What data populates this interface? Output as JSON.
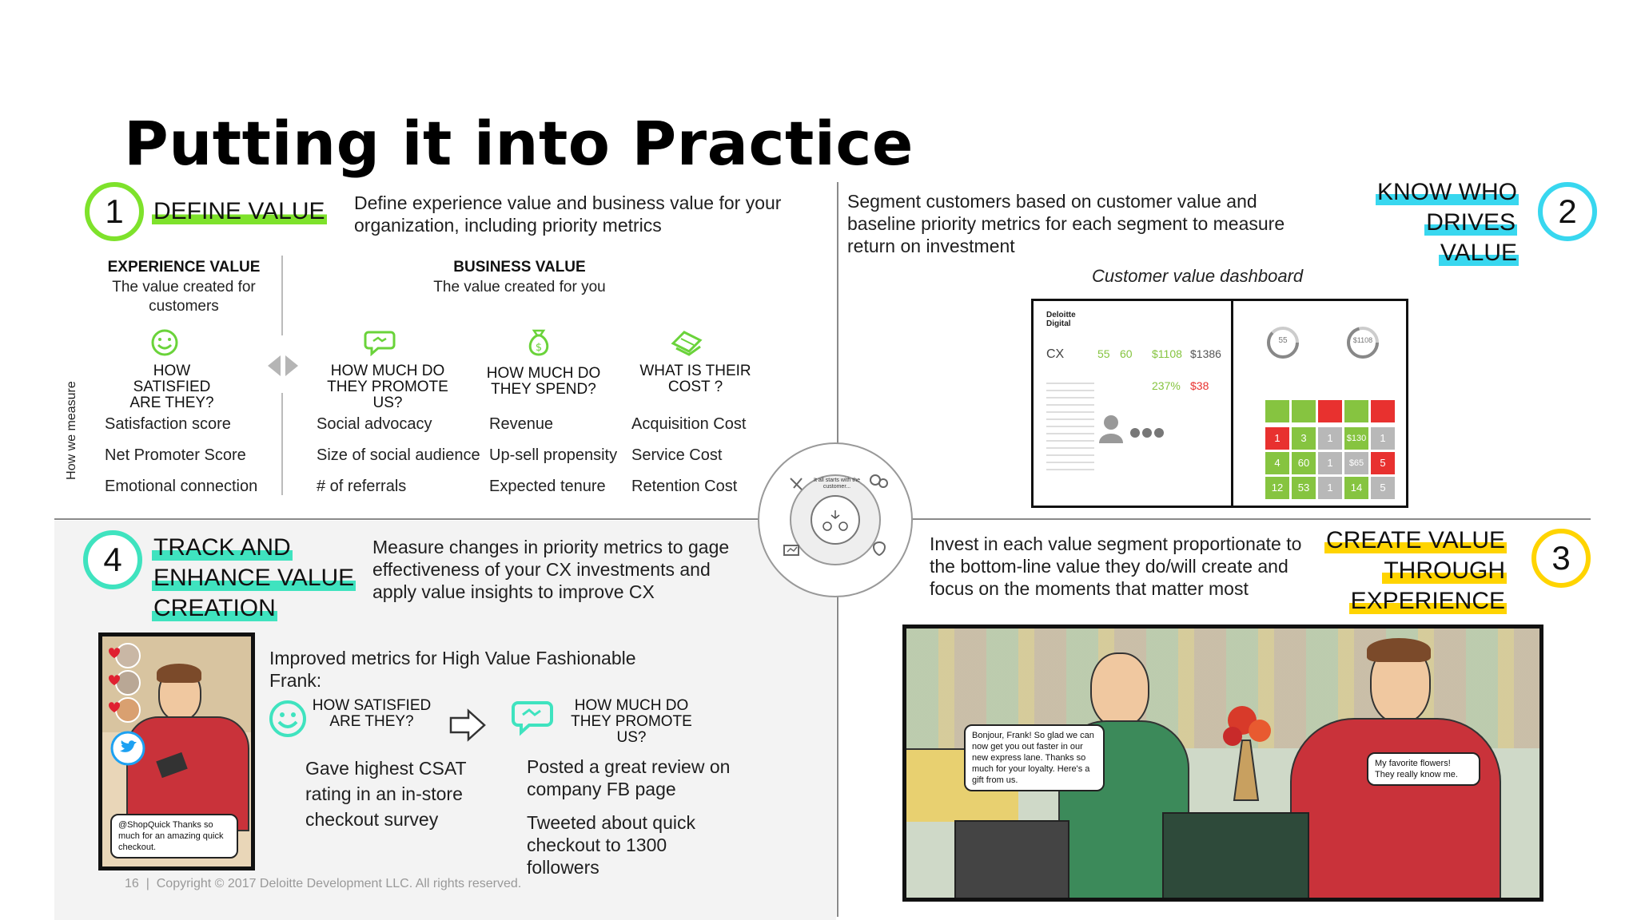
{
  "title": "Putting it into Practice",
  "quadrant1": {
    "number": "1",
    "heading": "DEFINE VALUE",
    "description": "Define experience value and business value for your organization, including priority metrics",
    "experience": {
      "header": "EXPERIENCE VALUE",
      "sub": "The value created for customers",
      "question": "HOW SATISFIED ARE THEY?",
      "metrics": [
        "Satisfaction score",
        "Net Promoter Score",
        "Emotional connection"
      ]
    },
    "business": {
      "header": "BUSINESS VALUE",
      "sub": "The value created for you",
      "columns": [
        {
          "question": "HOW MUCH DO THEY PROMOTE US?",
          "metrics": [
            "Social advocacy",
            "Size of social audience",
            "# of referrals"
          ]
        },
        {
          "question": "HOW MUCH DO THEY SPEND?",
          "metrics": [
            "Revenue",
            "Up-sell propensity",
            "Expected tenure"
          ]
        },
        {
          "question": "WHAT IS THEIR COST ?",
          "metrics": [
            "Acquisition Cost",
            "Service Cost",
            "Retention Cost"
          ]
        }
      ]
    },
    "side_label": "How we measure"
  },
  "quadrant2": {
    "number": "2",
    "heading_line1": "KNOW WHO",
    "heading_line2": "DRIVES VALUE",
    "description": "Segment customers based on customer value and baseline priority metrics for each segment to measure return on investment",
    "dashboard_caption": "Customer value dashboard",
    "dashboard": {
      "brand": "Deloitte Digital",
      "cx": "CX",
      "score1": "55",
      "score2": "60",
      "money1": "$1108",
      "money2": "$1386",
      "pct": "237%",
      "money3": "$38",
      "gauge1": "55",
      "gauge2": "$1108",
      "grid": [
        "1",
        "3",
        "1",
        "$130",
        "1",
        "4",
        "60",
        "1",
        "$65",
        "5",
        "12",
        "53",
        "1",
        "14",
        "5"
      ]
    }
  },
  "quadrant3": {
    "number": "3",
    "heading_line1": "CREATE VALUE",
    "heading_line2": "THROUGH",
    "heading_line3": "EXPERIENCE",
    "description": "Invest in each value segment proportionate to the bottom-line value they do/will create and focus on the moments that matter most",
    "bubble_clerk": "Bonjour, Frank! So glad we can now get you out faster in our new express lane. Thanks so much for your loyalty. Here's a gift from us.",
    "bubble_frank": "My favorite flowers! They really know me."
  },
  "quadrant4": {
    "number": "4",
    "heading_line1": "TRACK AND",
    "heading_line2": "ENHANCE VALUE",
    "heading_line3": "CREATION",
    "description": "Measure changes in priority metrics to gage effectiveness of your CX investments and apply value insights to improve CX",
    "improved_title": "Improved metrics for High Value Fashionable Frank:",
    "q_satisfied": "HOW SATISFIED ARE THEY?",
    "q_promote": "HOW MUCH DO THEY PROMOTE US?",
    "result_satisfied": "Gave highest CSAT rating in an in-store checkout survey",
    "result_promote_1": "Posted a great review on company FB page",
    "result_promote_2": "Tweeted about quick checkout to 1300 followers",
    "tweet": "@ShopQuick Thanks so much for an amazing quick checkout."
  },
  "center": {
    "caption": "It all starts with the customer..."
  },
  "footer": "16  |  Copyright © 2017 Deloitte Development LLC. All rights reserved.",
  "colors": {
    "green": "#7ee22b",
    "aqua": "#3fe3bf",
    "cyan": "#38d7ef",
    "yellow": "#ffd400",
    "red": "#e8312f",
    "gauge_green": "#86c440"
  }
}
